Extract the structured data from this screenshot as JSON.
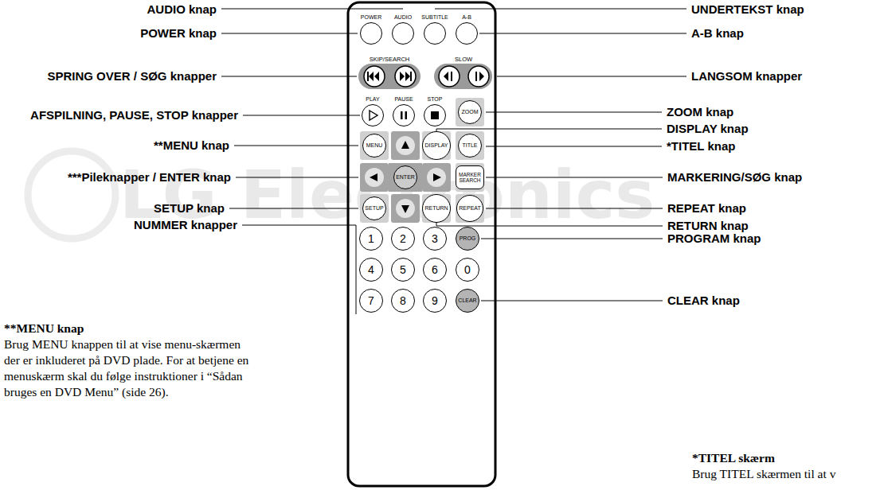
{
  "diagram": {
    "nodes": [
      {
        "text": [
          "POWER"
        ]
      },
      {
        "text": [
          "AUDIO"
        ]
      },
      {
        "text": [
          "SUBTITLE"
        ]
      },
      {
        "text": [
          "A-B"
        ]
      },
      {
        "text": [
          "PLAY"
        ]
      },
      {
        "text": [
          "PAUSE"
        ]
      },
      {
        "text": [
          "STOP"
        ]
      },
      {
        "text": [
          "ZOOM"
        ]
      },
      {
        "text": [
          "MENU"
        ]
      },
      {
        "text": [
          "DISPLAY"
        ]
      },
      {
        "text": [
          "TITLE"
        ]
      },
      {
        "text": [
          "ENTER"
        ]
      },
      {
        "text": [
          "MARKER SEARCH"
        ]
      },
      {
        "text": [
          "SETUP"
        ]
      },
      {
        "text": [
          "RETURN"
        ]
      },
      {
        "text": [
          "REPEAT"
        ]
      },
      {
        "text": [
          "1"
        ]
      },
      {
        "text": [
          "2"
        ]
      },
      {
        "text": [
          "3"
        ]
      },
      {
        "text": [
          "PROG"
        ]
      },
      {
        "text": [
          "4"
        ]
      },
      {
        "text": [
          "5"
        ]
      },
      {
        "text": [
          "6"
        ]
      },
      {
        "text": [
          "0"
        ]
      },
      {
        "text": [
          "7"
        ]
      },
      {
        "text": [
          "8"
        ]
      },
      {
        "text": [
          "9"
        ]
      },
      {
        "text": [
          "CLEAR"
        ]
      }
    ],
    "labels": [
      "AUDIO knap",
      "POWER knap",
      "SPRING OVER / SØG knapper",
      "AFSPILNING, PAUSE, STOP knapper",
      "**MENU knap",
      "***Pileknapper / ENTER knap",
      "SETUP knap",
      "NUMMER knapper",
      "UNDERTEKST knap",
      "A-B knap",
      "LANGSOM knapper",
      "ZOOM knap",
      "DISPLAY knap",
      "*TITEL knap",
      "MARKERING/SØG knap",
      "REPEAT knap",
      "RETURN knap",
      "PROGRAM knap",
      "CLEAR knap",
      "SKIP/SEARCH",
      "SLOW",
      "**MENU knap",
      "Brug MENU knappen til at vise menu-skærmen der er inkluderet på DVD plade. For at betjene en menuskærm skal du følge instruktioner i “Sådan bruges en DVD Menu” (side 26).",
      "*TITEL skærm",
      "Brug TITEL skærmen til at v",
      "LG Electronics"
    ]
  }
}
